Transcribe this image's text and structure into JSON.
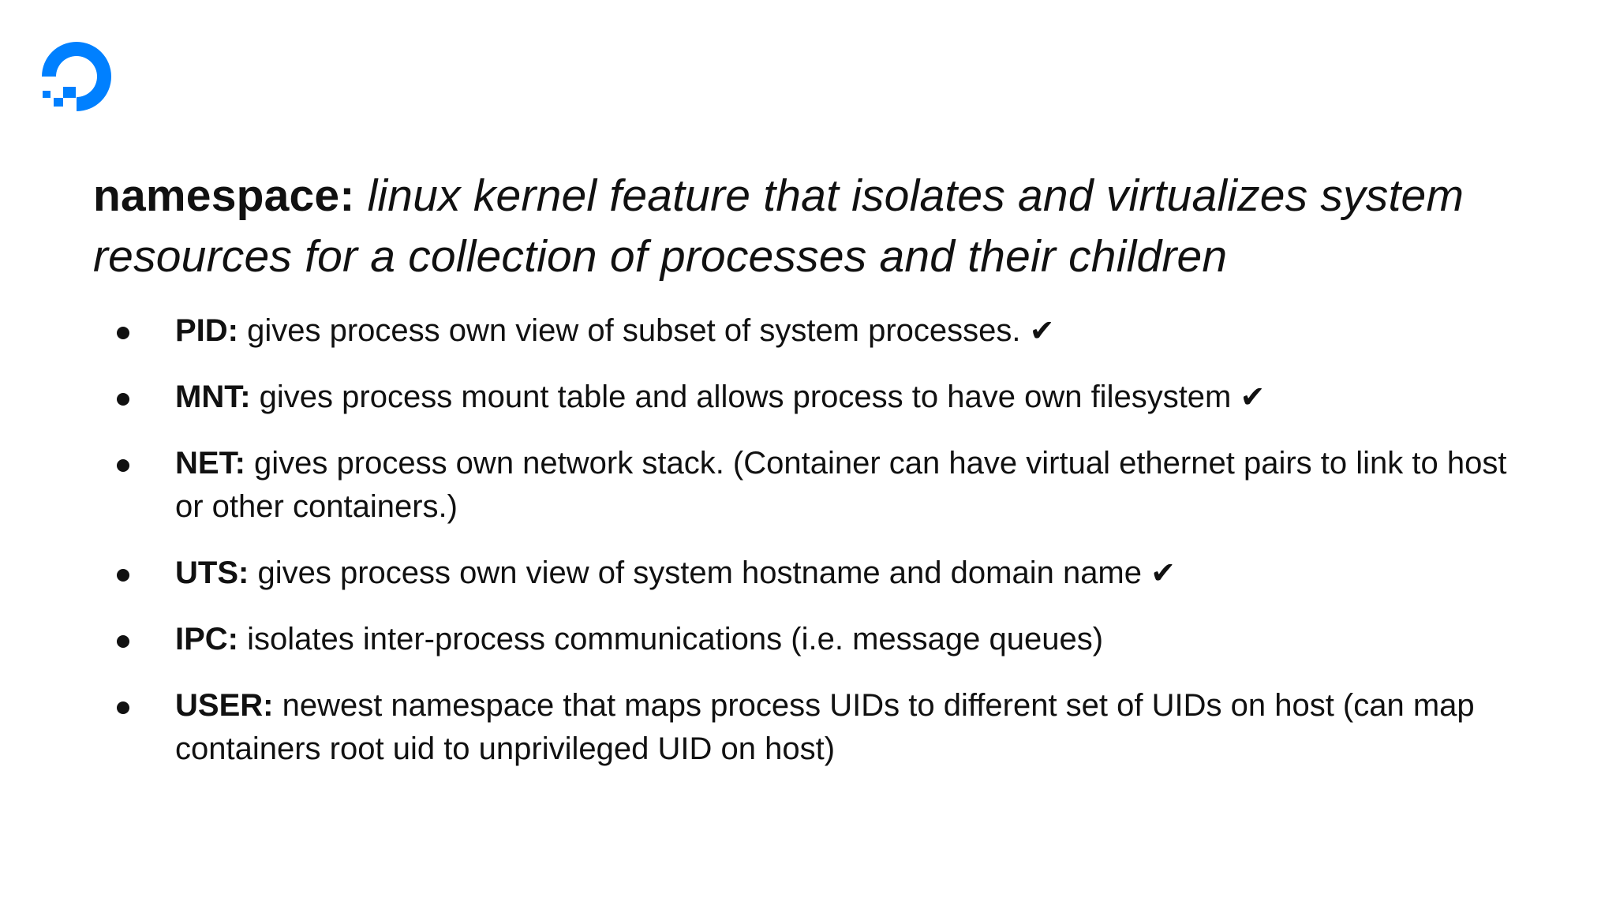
{
  "logo": {
    "icon": "digitalocean-logo-icon",
    "color": "#0080ff"
  },
  "title": {
    "term": "namespace:",
    "definition": "linux kernel feature that isolates and virtualizes system resources for a collection of processes and their children"
  },
  "items": [
    {
      "label": "PID:",
      "text": "gives process own view of subset of system processes.",
      "check": "✔"
    },
    {
      "label": "MNT:",
      "text": "gives process mount table and allows process to have own filesystem",
      "check": "✔"
    },
    {
      "label": "NET:",
      "text": "gives process own network stack. (Container can have virtual ethernet pairs to link to host or other containers.)",
      "check": ""
    },
    {
      "label": "UTS:",
      "text": "gives process own view of system hostname and domain name",
      "check": "✔"
    },
    {
      "label": "IPC:",
      "text": "isolates inter-process communications (i.e. message queues)",
      "check": ""
    },
    {
      "label": "USER:",
      "text": "newest namespace that maps process UIDs to different set of UIDs on host (can map containers root uid to unprivileged UID on host)",
      "check": ""
    }
  ]
}
